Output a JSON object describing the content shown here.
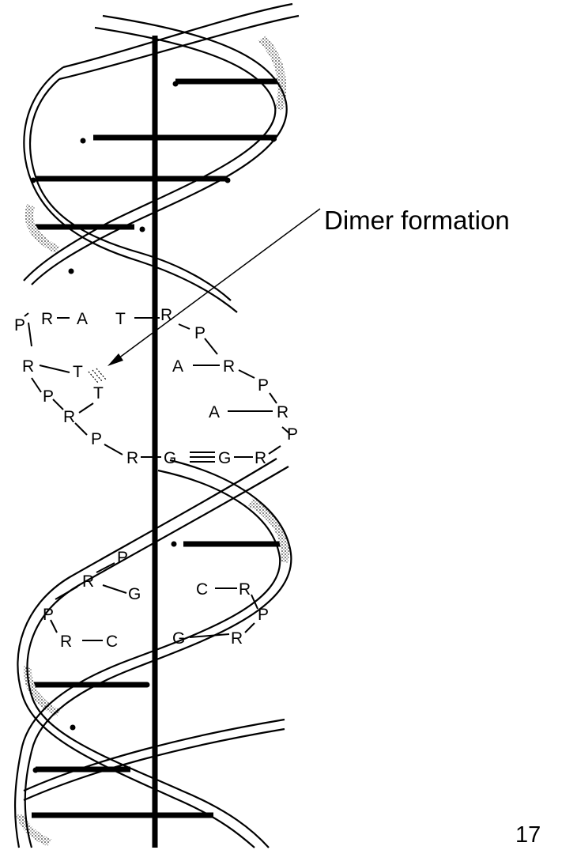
{
  "callout": {
    "label": "Dimer formation"
  },
  "page_number": "17",
  "bases": [
    "P",
    "R",
    "A",
    "T",
    "R",
    "P",
    "R",
    "T",
    "T",
    "P",
    "R",
    "P",
    "R",
    "A",
    "R",
    "P",
    "A",
    "R",
    "P",
    "G",
    "G",
    "R",
    "P",
    "R",
    "G",
    "P",
    "R",
    "C",
    "C",
    "R",
    "P",
    "G",
    "R"
  ]
}
